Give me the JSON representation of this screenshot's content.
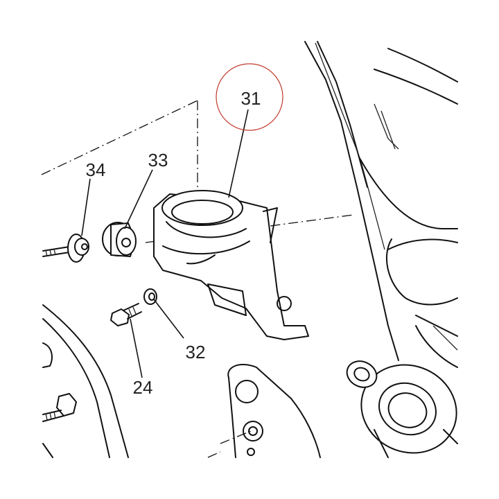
{
  "diagram": {
    "callouts": {
      "c31": "31",
      "c33": "33",
      "c34": "34",
      "c32": "32",
      "c24": "24"
    },
    "highlight_color": "#c0392b"
  }
}
